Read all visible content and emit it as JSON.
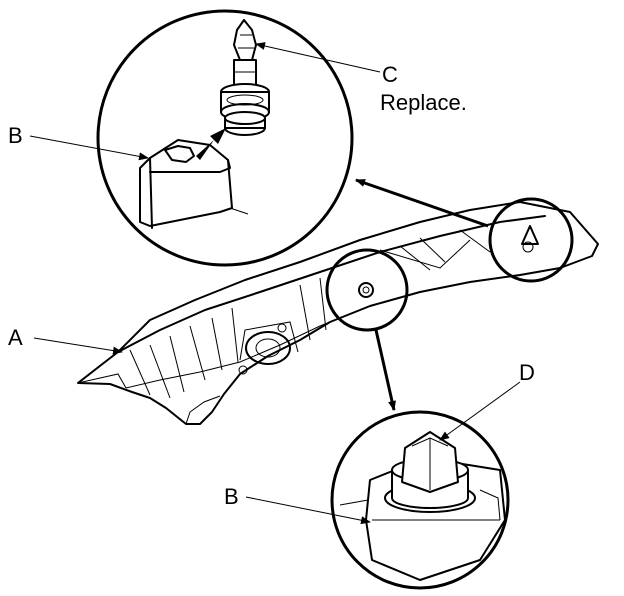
{
  "labels": {
    "a": "A",
    "b_top": "B",
    "c": "C",
    "c_note": "Replace.",
    "d": "D",
    "b_bottom": "B"
  }
}
